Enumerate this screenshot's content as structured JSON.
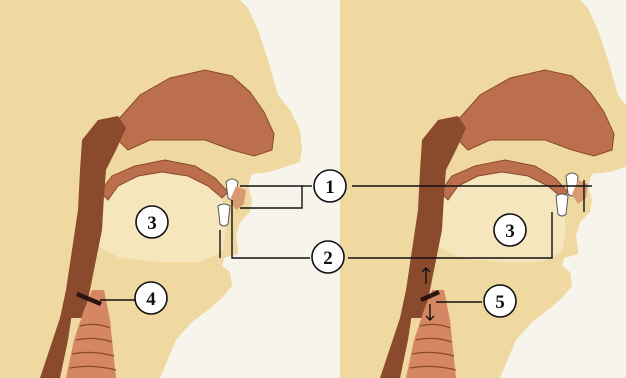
{
  "figure": {
    "colors": {
      "skin": "#f0d9a0",
      "cavity": "#f6e6be",
      "tissue": "#bb6f4c",
      "tissue_dark": "#8a4a2c",
      "tissue_light": "#d79a72",
      "trachea": "#d48762",
      "background": "#f7f4ec",
      "line": "#111111"
    },
    "callouts": {
      "c1": "1",
      "c2": "2",
      "c3_left": "3",
      "c3_right": "3",
      "c4": "4",
      "c5": "5"
    },
    "icons": [
      "tooth-icon",
      "up-down-arrow-icon"
    ]
  }
}
